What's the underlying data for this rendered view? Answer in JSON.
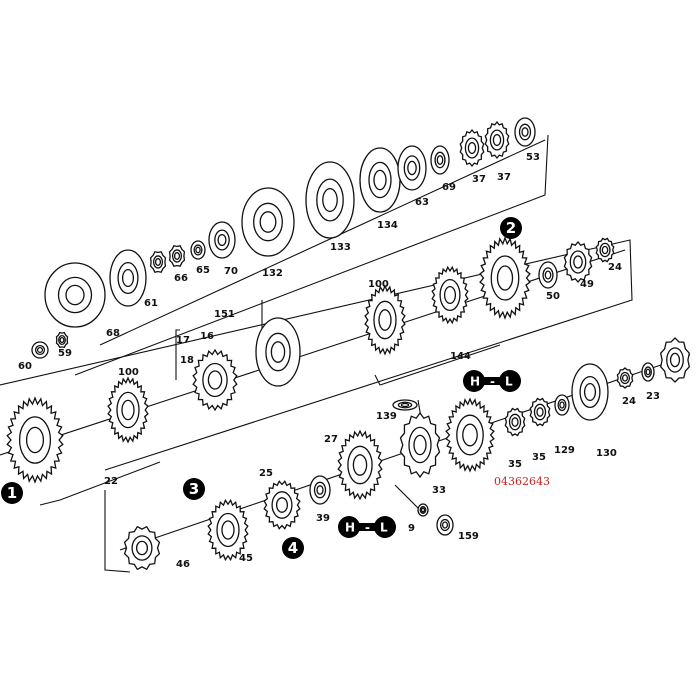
{
  "diagram": {
    "reference_number": "04362643",
    "reference_color": "#cc2222",
    "badges": {
      "one": "1",
      "two": "2",
      "three": "3",
      "four": "4",
      "hl_top": "H-L",
      "hl_bottom": "H-L"
    },
    "top_row_labels": [
      "53",
      "37",
      "37",
      "69",
      "63",
      "134",
      "133",
      "132",
      "70",
      "65",
      "66",
      "61",
      "68",
      "59",
      "60"
    ],
    "middle_row_labels": [
      "151",
      "16",
      "17",
      "18",
      "100",
      "24",
      "49",
      "50",
      "144",
      "100",
      "22"
    ],
    "bottom_row_labels": [
      "139",
      "27",
      "33",
      "35",
      "35",
      "129",
      "130",
      "24",
      "23",
      "25",
      "39",
      "45",
      "46",
      "9",
      "159"
    ]
  }
}
